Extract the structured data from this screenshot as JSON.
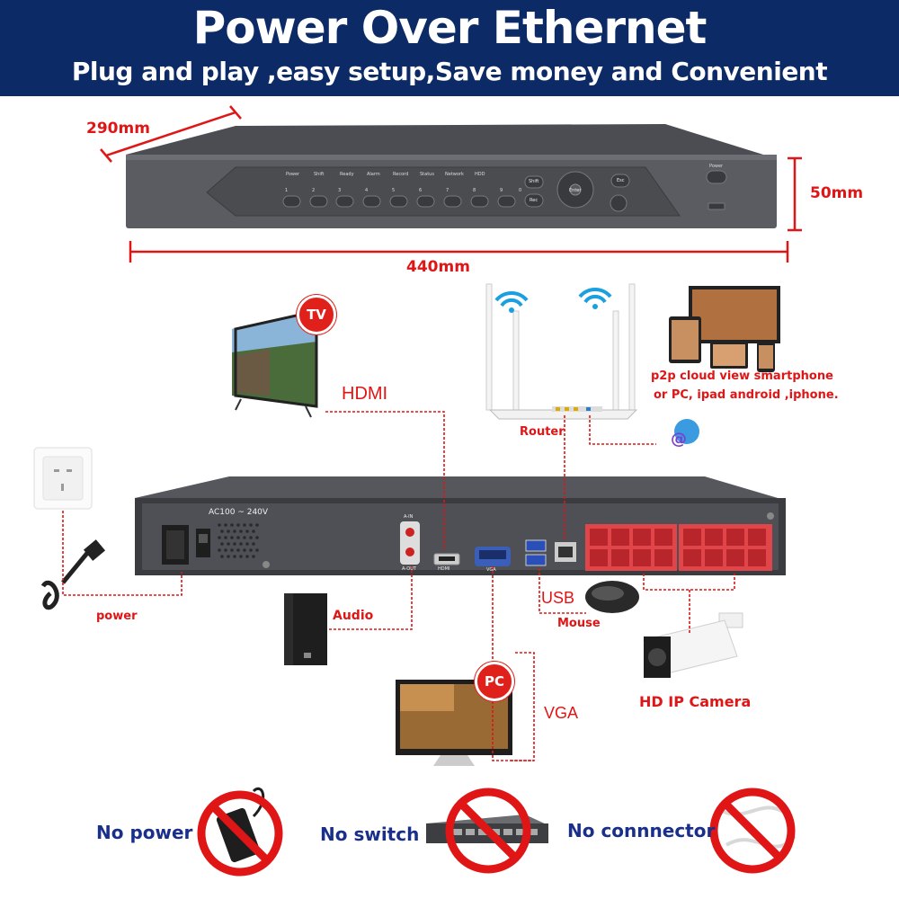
{
  "header": {
    "title": "Power Over Ethernet",
    "subtitle": "Plug and play ,easy setup,Save money and Convenient"
  },
  "dimensions": {
    "depth": "290mm",
    "height": "50mm",
    "width": "440mm"
  },
  "front_panel": {
    "indicator_labels": [
      "Power",
      "Shift",
      "Ready",
      "Alarm",
      "Record",
      "Status",
      "Network",
      "HDD"
    ],
    "channel_numbers": [
      "1",
      "2",
      "3",
      "4",
      "5",
      "6",
      "7",
      "8",
      "9",
      "0"
    ],
    "shift_button": "Shift",
    "esc_button": "Esc",
    "enter_button": "Enter",
    "rec_button": "Rec",
    "power_label": "Power"
  },
  "rear_panel": {
    "ac_label": "AC100 ~ 240V",
    "audio_in": "A-IN",
    "audio_out": "A-OUT",
    "hdmi_port": "HDMI",
    "vga_port": "VGA"
  },
  "connections": {
    "tv": "TV",
    "hdmi": "HDMI",
    "router": "Router",
    "p2p_line1": "p2p cloud  view smartphone",
    "p2p_line2": "or PC, ipad android ,iphone.",
    "power": "power",
    "audio": "Audio",
    "usb": "USB",
    "mouse": "Mouse",
    "camera": "HD IP Camera",
    "pc": "PC",
    "vga": "VGA"
  },
  "no_items": {
    "no_power": "No power",
    "no_switch": "No switch",
    "no_connector": "No connnector"
  },
  "colors": {
    "banner": "#0b2a66",
    "accent_red": "#e01515",
    "label_blue": "#1a2f8a",
    "poe_ports": "#e0454a"
  }
}
